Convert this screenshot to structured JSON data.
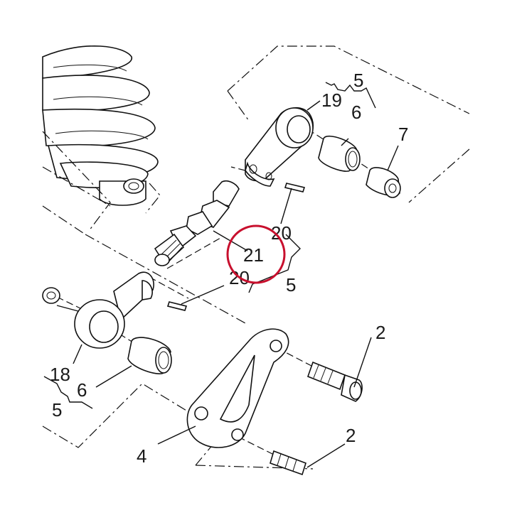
{
  "highlight_color": "#c8102e",
  "line_color": "#111111",
  "callouts": {
    "c2_top": "2",
    "c2_bottom": "2",
    "c4": "4",
    "c5_top": "5",
    "c6_top": "6",
    "c7": "7",
    "c19": "19",
    "c20_upper": "20",
    "c21": "21",
    "c20_lower": "20",
    "c5_mid": "5",
    "c18": "18",
    "c6_left": "6",
    "c5_left": "5"
  }
}
